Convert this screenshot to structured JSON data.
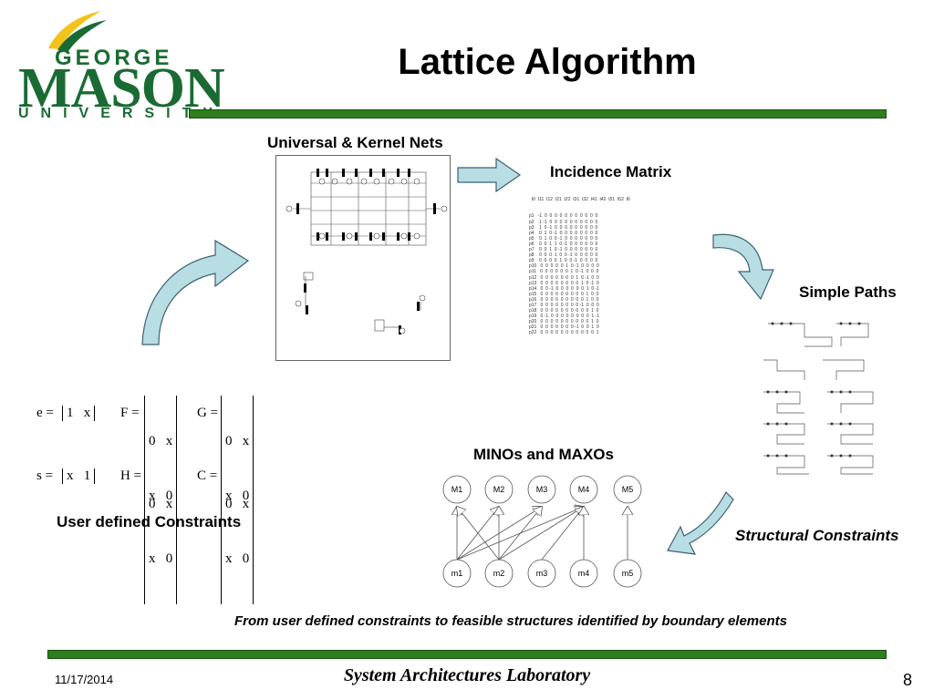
{
  "logo": {
    "line1": "GEORGE",
    "line2": "MASON",
    "line3": "UNIVERSITY"
  },
  "title": "Lattice Algorithm",
  "labels": {
    "universal_kernel": "Universal & Kernel Nets",
    "incidence": "Incidence Matrix",
    "simple_paths": "Simple Paths",
    "structural": "Structural Constraints",
    "minos": "MINOs and MAXOs",
    "user_defined": "User defined Constraints"
  },
  "caption": "From user defined constraints to feasible structures identified by boundary elements",
  "equations": {
    "e": "e =",
    "e_row": "1   x",
    "s": "s =",
    "s_row": "x   1",
    "F": "F =",
    "G": "G =",
    "H": "H =",
    "C": "C =",
    "m_r1": "0   x",
    "m_r2": "x   0"
  },
  "maxos": [
    "M1",
    "M2",
    "M3",
    "M4",
    "M5"
  ],
  "minos": [
    "m1",
    "m2",
    "m3",
    "m4",
    "m5"
  ],
  "matrix": {
    "header": "  t0  t11  t12  t21  t22  t31  t32  t41  t42  t51  t52  t6",
    "rows": [
      "p1   -1  0  0  0  0  0  0  0  0  0  0  0",
      "p2    1 -1  0  0  0  0  0  0  0  0  0  0",
      "p3    1  0 -1  0  0  0  0  0  0  0  0  0",
      "p4    0  1  0 -1  0  0  0  0  0  0  0  0",
      "p5    0  1  0  0 -1  0  0  0  0  0  0  0",
      "p6    0  0  1  1  0 -1  0  0  0  0  0  0",
      "p7    0  0  1  0 -1  0  0  0  0  0  0  0",
      "p8    0  0  0  1  0  0 -1  0  0  0  0  0",
      "p9    0  0  0  0  1  0  0 -1  0  0  0  0",
      "p10   0  0  0  0  0  1  0 -1  0  0  0  0",
      "p11   0  0  0  0  0  0  1  0 -1  0  0  0",
      "p12   0  0  0  0  0  0  0  1  0 -1  0  0",
      "p13   0  0  0  0  0  0  0  0  1  0 -1  0",
      "p14   0  0 -1  0  0  0  0  0  0  1  0 -1",
      "p15   0  0  0  0  0  0  0  0  0  1  0  0",
      "p16   0  0  0  0  0  0  0  0  0  1  0  0",
      "p17   0  0  0  0  0  0  0  0 -1  0  0  0",
      "p18   0  0  0  0  0  0  0  0  0  0  1  0",
      "p19   0 -1  0  0  0  0  0  0  0  0  1 -1",
      "p20   0  0  0  0  0  0  0  0  0  0  1  0",
      "p21   0  0  0  0  0  0  0 -1  0  0  1  0",
      "p22   0  0  0  0  0  0  0  0  0  0  0  1"
    ]
  },
  "footer": {
    "date": "11/17/2014",
    "lab": "System Architectures Laboratory",
    "page": "8"
  },
  "colors": {
    "brand_green": "#1a6b33",
    "bar_green": "#2e7d1f",
    "arrow_fill": "#b8dde3",
    "arrow_stroke": "#3a6070"
  }
}
